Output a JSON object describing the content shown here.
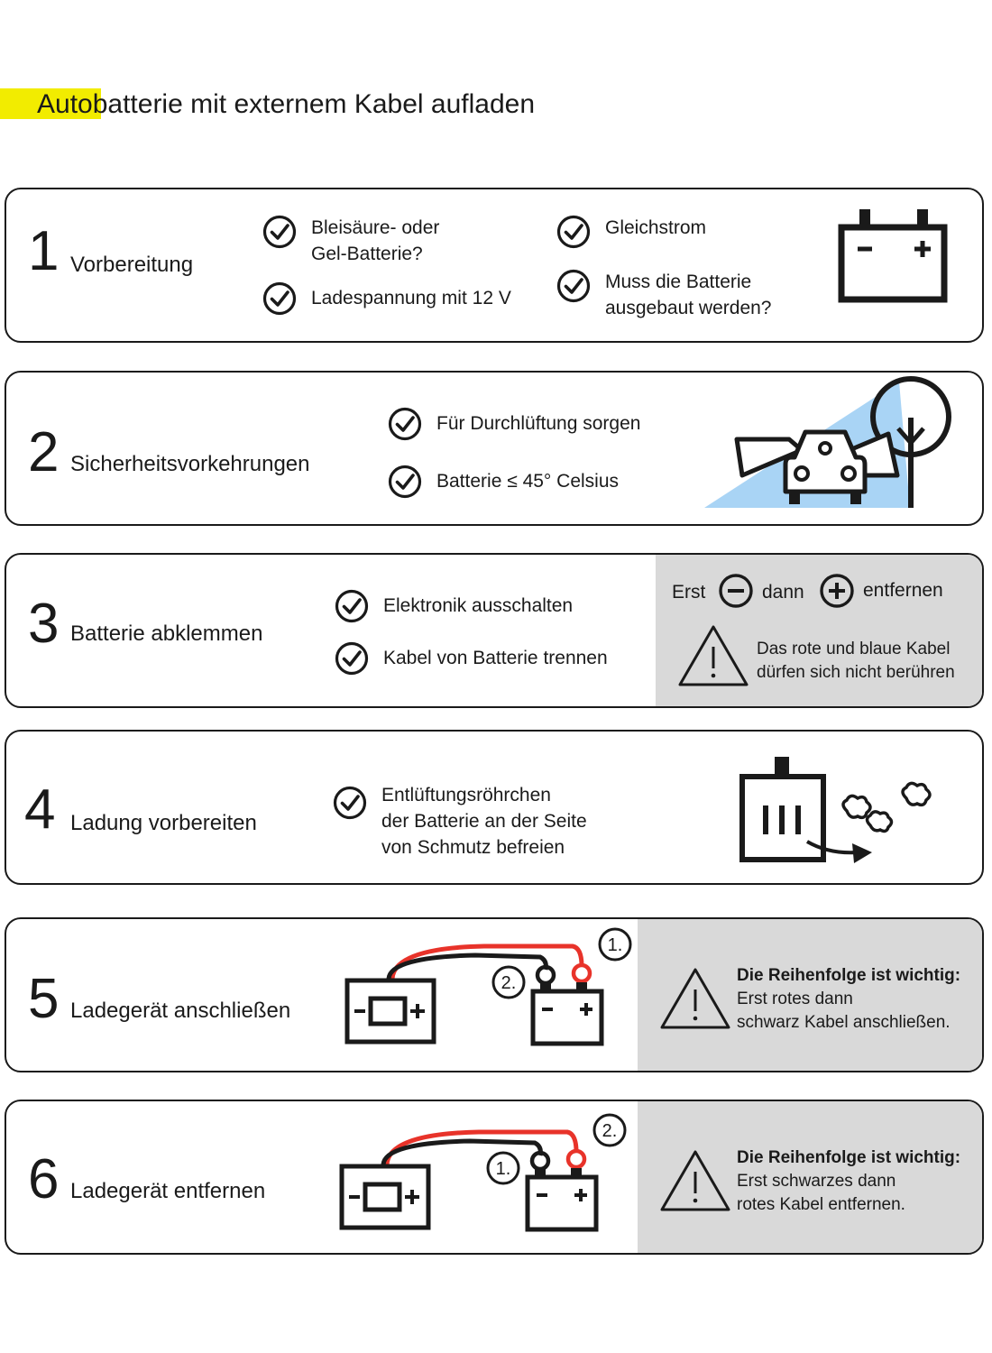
{
  "title": "Autobatterie mit externem Kabel aufladen",
  "steps": [
    {
      "number": "1",
      "title": "Vorbereitung",
      "items": [
        "Bleisäure- oder Gel-Batterie?",
        "Ladespannung mit 12 V",
        "Gleichstrom",
        "Muss die Batterie ausgebaut werden?"
      ],
      "icon": "battery-icon"
    },
    {
      "number": "2",
      "title": "Sicherheitsvorkehrungen",
      "items": [
        "Für Durchlüftung sorgen",
        "Batterie ≤ 45° Celsius"
      ],
      "icon": "car-with-open-doors-and-tree-icon"
    },
    {
      "number": "3",
      "title": "Batterie abklemmen",
      "items": [
        "Elektronik ausschalten",
        "Kabel von Batterie trennen"
      ],
      "order": {
        "first": "Erst",
        "then": "dann",
        "action": "entfernen"
      },
      "warning_lines": [
        "Das rote und blaue Kabel",
        "dürfen sich nicht berühren"
      ]
    },
    {
      "number": "4",
      "title": "Ladung vorbereiten",
      "items": [
        "Entlüftungsröhrchen",
        "der Batterie an der Seite",
        "von Schmutz befreien"
      ],
      "icon": "battery-vent-dirt-icon"
    },
    {
      "number": "5",
      "title": "Ladegerät anschließen",
      "labels": {
        "red_clamp": "1.",
        "black_clamp": "2."
      },
      "warning_heading": "Die Reihenfolge ist wichtig:",
      "warning_lines": [
        "Erst rotes dann",
        "schwarz Kabel anschließen."
      ]
    },
    {
      "number": "6",
      "title": "Ladegerät entfernen",
      "labels": {
        "red_clamp": "2.",
        "black_clamp": "1."
      },
      "warning_heading": "Die Reihenfolge ist wichtig:",
      "warning_lines": [
        "Erst schwarzes dann",
        "rotes Kabel entfernen."
      ]
    }
  ],
  "colors": {
    "highlight": "#f2ec00",
    "panel": "#d9d9d9",
    "sky": "#a9d4f5",
    "red_cable": "#e8332a",
    "ink": "#1a1a1a"
  }
}
